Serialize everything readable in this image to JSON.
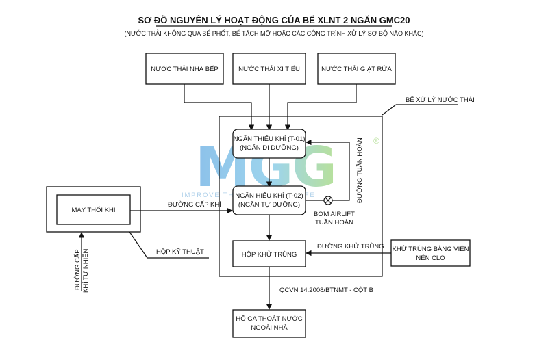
{
  "title": "SƠ ĐỒ NGUYÊN LÝ HOẠT ĐỘNG CỦA BỂ XLNT 2 NGĂN GMC20",
  "subtitle": "(NƯỚC THẢI KHÔNG QUA BỂ PHỐT, BỂ TÁCH MỠ HOẶC CÁC CÔNG TRÌNH XỬ LÝ SƠ BỘ NÀO KHÁC)",
  "sources": {
    "kitchen": "NƯỚC THẢI NHÀ BẾP",
    "toilet": "NƯỚC THẢI XÍ TIỂU",
    "laundry": "NƯỚC THẢI GIẶT RỬA"
  },
  "tank_label": "BỂ XỬ LÝ NƯỚC THẢI",
  "anoxic": {
    "line1": "NGĂN THIẾU KHÍ (T-01)",
    "line2": "(NGĂN DI DƯỠNG)"
  },
  "aerobic": {
    "line1": "NGĂN HIẾU KHÍ (T-02)",
    "line2": "(NGĂN TỰ DƯỠNG)"
  },
  "recirculation_label": "ĐƯỜNG TUẦN HOÀN",
  "airlift_pump": {
    "line1": "BƠM AIRLIFT",
    "line2": "TUẦN HOÀN"
  },
  "blower": "MÁY THỔI KHÍ",
  "air_supply_label": "ĐƯỜNG CẤP KHÍ",
  "natural_air_label": {
    "line1": "ĐƯỜNG CẤP",
    "line2": "KHÍ TỰ NHIÊN"
  },
  "tech_box_label": "HỘP KỸ THUẬT",
  "disinfection_box": "HỘP KHỬ TRÙNG",
  "disinfection_line_label": "ĐƯỜNG KHỬ TRÙNG",
  "chlorine": {
    "line1": "KHỬ TRÙNG BẰNG VIÊN",
    "line2": "NÉN CLO"
  },
  "standard": "QCVN 14:2008/BTNMT - CỘT B",
  "outlet": {
    "line1": "HỐ GA THOÁT NƯỚC",
    "line2": "NGOÀI NHÀ"
  },
  "logo": {
    "mark": "MGG",
    "tagline": "IMPROVE THE QUALITY OF LIFE",
    "registered": "®",
    "colors": [
      "#2f8fd8",
      "#7ec84a"
    ]
  }
}
